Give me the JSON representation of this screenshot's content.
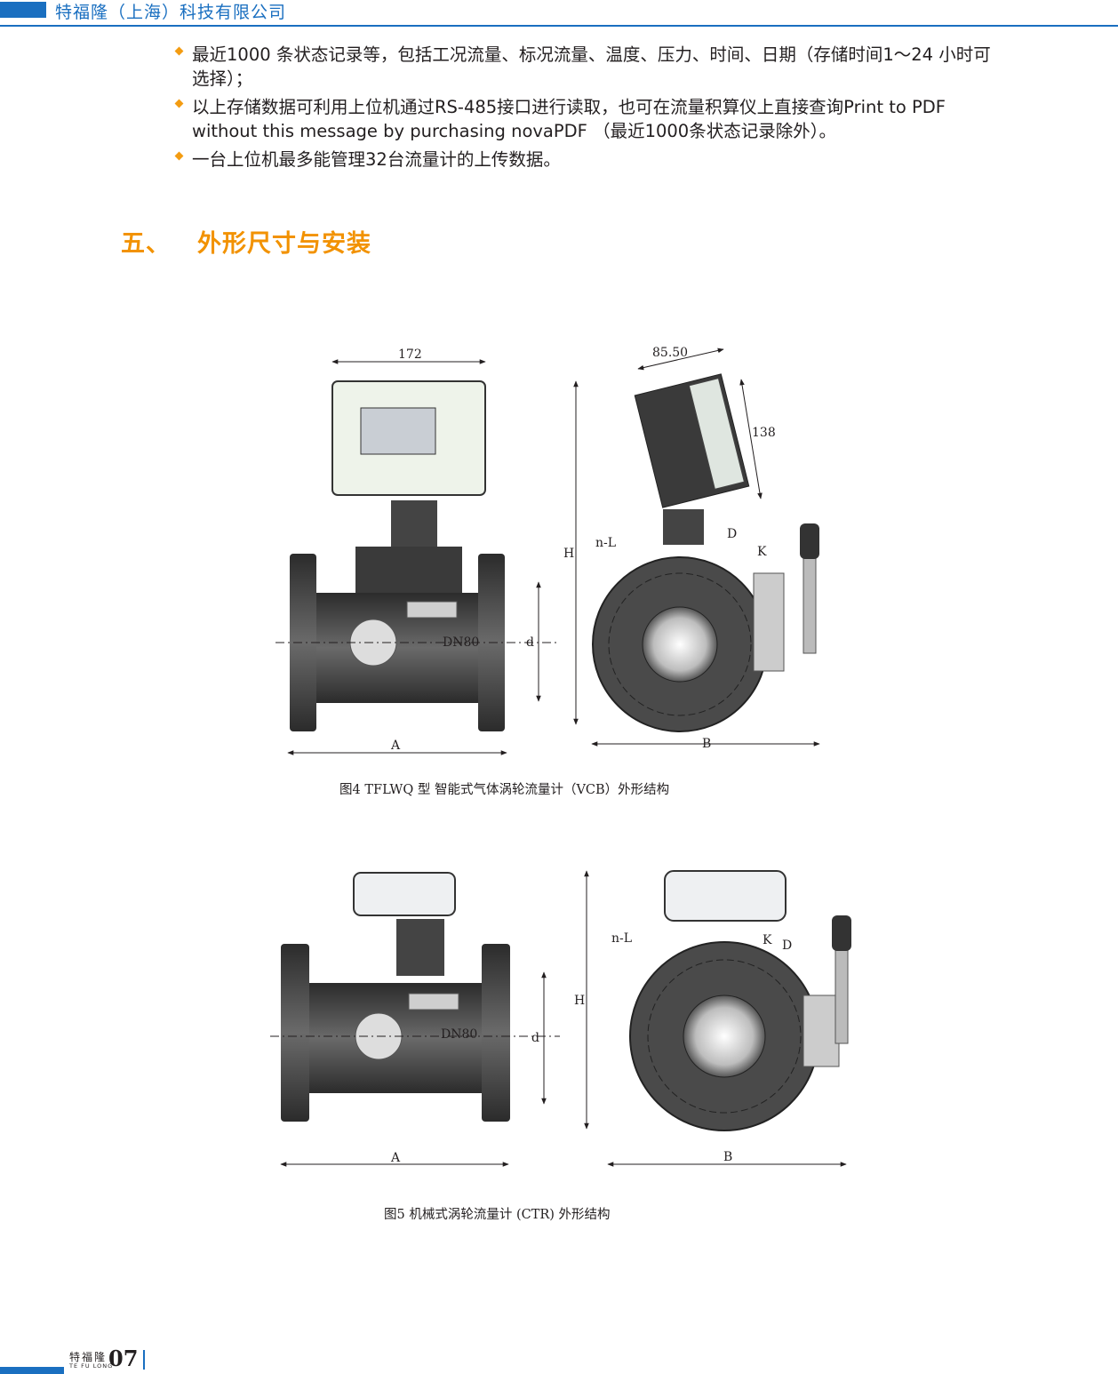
{
  "header": {
    "company": "特福隆（上海）科技有限公司"
  },
  "bullets": [
    "最近1000 条状态记录等，包括工况流量、标况流量、温度、压力、时间、日期（存储时间1～24 小时可选择）；",
    "以上存储数据可利用上位机通过RS-485接口进行读取，也可在流量积算仪上直接查询Print to PDF without this message by purchasing novaPDF （最近1000条状态记录除外）。",
    "一台上位机最多能管理32台流量计的上传数据。"
  ],
  "section": {
    "number": "五、",
    "title": "外形尺寸与安装"
  },
  "figure4": {
    "dims": {
      "width_top": "172",
      "depth_top": "85.50",
      "box_height": "138",
      "H": "H",
      "d": "d",
      "A": "A",
      "B": "B",
      "nL": "n-L",
      "D": "D",
      "K": "K",
      "dn": "DN80"
    },
    "caption": "图4  TFLWQ  型  智能式气体涡轮流量计（VCB）外形结构"
  },
  "figure5": {
    "dims": {
      "H": "H",
      "d": "d",
      "A": "A",
      "B": "B",
      "nL": "n-L",
      "D": "D",
      "K": "K",
      "dn": "DN80"
    },
    "caption": "图5  机械式涡轮流量计  (CTR) 外形结构"
  },
  "footer": {
    "brand_cn": "特福隆",
    "brand_en": "TE FU LONG",
    "page": "07"
  },
  "colors": {
    "accent_blue": "#1a6fc0",
    "accent_orange": "#f29200"
  }
}
